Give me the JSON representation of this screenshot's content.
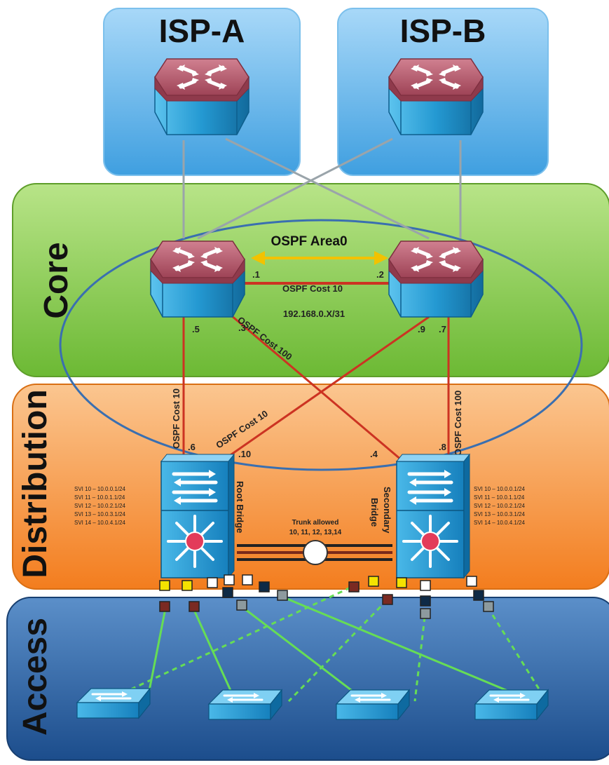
{
  "isp_a": {
    "title": "ISP-A"
  },
  "isp_b": {
    "title": "ISP-B"
  },
  "layers": {
    "core": "Core",
    "distribution": "Distribution",
    "access": "Access"
  },
  "core": {
    "area_label": "OSPF Area0",
    "cost_between_cores": "OSPF Cost 10",
    "subnet_label": "192.168.0.X/31",
    "ip_1": ".1",
    "ip_2": ".2",
    "ip_3": ".3",
    "ip_5": ".5",
    "ip_7": ".7",
    "ip_9": ".9"
  },
  "links": {
    "cost_left_down": "OSPF Cost 10",
    "cost_cross_right": "OSPF Cost 100",
    "cost_cross_left": "OSPF Cost 10",
    "cost_right_down": "OSPF Cost 100"
  },
  "distribution": {
    "ip_6": ".6",
    "ip_10": ".10",
    "ip_4": ".4",
    "ip_8": ".8",
    "root_bridge": "Root Bridge",
    "secondary_bridge_line1": "Secondary",
    "secondary_bridge_line2": "Bridge",
    "trunk_line1": "Trunk allowed",
    "trunk_line2": "10, 11, 12, 13,14",
    "svi_left": [
      "SVI 10 – 10.0.0.1/24",
      "SVI 11 – 10.0.1.1/24",
      "SVI 12 – 10.0.2.1/24",
      "SVI 13 – 10.0.3.1/24",
      "SVI 14 – 10.0.4.1/24"
    ],
    "svi_right": [
      "SVI 10 – 10.0.0.1/24",
      "SVI 11 – 10.0.1.1/24",
      "SVI 12 – 10.0.2.1/24",
      "SVI 13 – 10.0.3.1/24",
      "SVI 14 – 10.0.4.1/24"
    ]
  },
  "colors": {
    "isp_box": "#5aaee8",
    "core_band": "#8ccc4e",
    "distribution_band": "#f79640",
    "access_band": "#2a5f9e",
    "router_top": "#b95a6a",
    "router_body": "#2b9fd6",
    "link_red": "#cc3322",
    "link_green": "#66dd55",
    "arrow_yellow": "#f2c200"
  }
}
